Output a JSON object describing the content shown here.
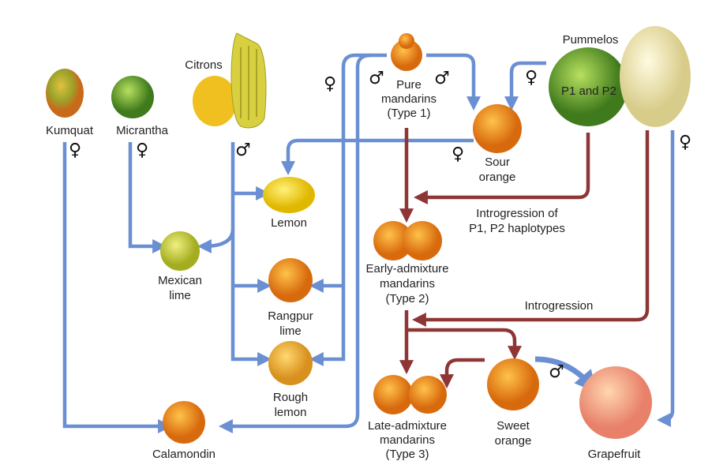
{
  "fruits": {
    "kumquat": "Kumquat",
    "micrantha": "Micrantha",
    "citrons": "Citrons",
    "pure_mandarins": [
      "Pure",
      "mandarins",
      "(Type 1)"
    ],
    "pummelos": "Pummelos",
    "p1p2": "P1 and P2",
    "sour_orange": [
      "Sour",
      "orange"
    ],
    "lemon": "Lemon",
    "mexican_lime": [
      "Mexican",
      "lime"
    ],
    "rangpur_lime": [
      "Rangpur",
      "lime"
    ],
    "rough_lemon": [
      "Rough",
      "lemon"
    ],
    "calamondin": "Calamondin",
    "early_admixture": [
      "Early-admixture",
      "mandarins",
      "(Type 2)"
    ],
    "late_admixture": [
      "Late-admixture",
      "mandarins",
      "(Type 3)"
    ],
    "sweet_orange": [
      "Sweet",
      "orange"
    ],
    "grapefruit": "Grapefruit"
  },
  "annotations": {
    "introgression_p1p2": [
      "Introgression of",
      "P1, P2 haplotypes"
    ],
    "introgression": "Introgression"
  },
  "symbols": {
    "female": "♀",
    "male": "♂"
  },
  "colors": {
    "maternal_blue": "#6a8fd2",
    "introgression_red": "#8e3636"
  }
}
